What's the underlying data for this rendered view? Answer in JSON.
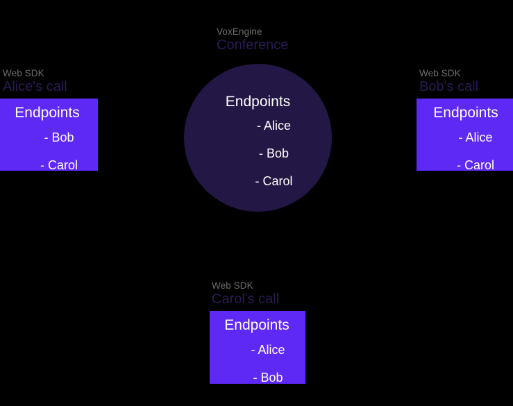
{
  "diagram": {
    "background_color": "#000000",
    "accent_box_color": "#5f29f5",
    "circle_color": "#231745",
    "kicker_color": "#6e6e6e",
    "title_color": "#2b1b52",
    "text_color": "#ffffff"
  },
  "conference": {
    "kicker": "VoxEngine",
    "title": "Conference",
    "endpoints_heading": "Endpoints",
    "endpoints": [
      "- Alice",
      "- Bob",
      "- Carol"
    ]
  },
  "panels": [
    {
      "id": "alice",
      "kicker": "Web SDK",
      "title": "Alice's call",
      "endpoints_heading": "Endpoints",
      "endpoints": [
        "- Bob",
        "- Carol"
      ]
    },
    {
      "id": "bob",
      "kicker": "Web SDK",
      "title": "Bob's call",
      "endpoints_heading": "Endpoints",
      "endpoints": [
        "- Alice",
        "- Carol"
      ]
    },
    {
      "id": "carol",
      "kicker": "Web SDK",
      "title": "Carol's call",
      "endpoints_heading": "Endpoints",
      "endpoints": [
        "- Alice",
        "- Bob"
      ]
    }
  ]
}
